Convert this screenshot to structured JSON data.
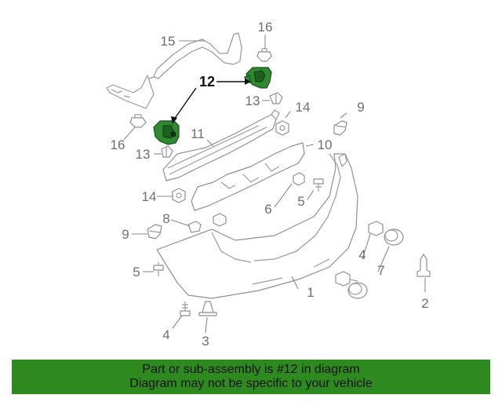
{
  "callouts": {
    "c1": "1",
    "c2": "2",
    "c3": "3",
    "c4a": "4",
    "c4b": "4",
    "c5a": "5",
    "c5b": "5",
    "c6": "6",
    "c7": "7",
    "c8": "8",
    "c9a": "9",
    "c9b": "9",
    "c10": "10",
    "c11": "11",
    "c12": "12",
    "c13a": "13",
    "c13b": "13",
    "c14a": "14",
    "c14b": "14",
    "c15": "15",
    "c16a": "16",
    "c16b": "16"
  },
  "highlight_part": "12",
  "colors": {
    "banner_bg": "#2e8a1f",
    "highlight": "#2f8a2f",
    "line_art": "#9a9a9a"
  },
  "banner": {
    "line1": "Part or sub-assembly is #12 in diagram",
    "line2": "Diagram may not be specific to your vehicle"
  }
}
